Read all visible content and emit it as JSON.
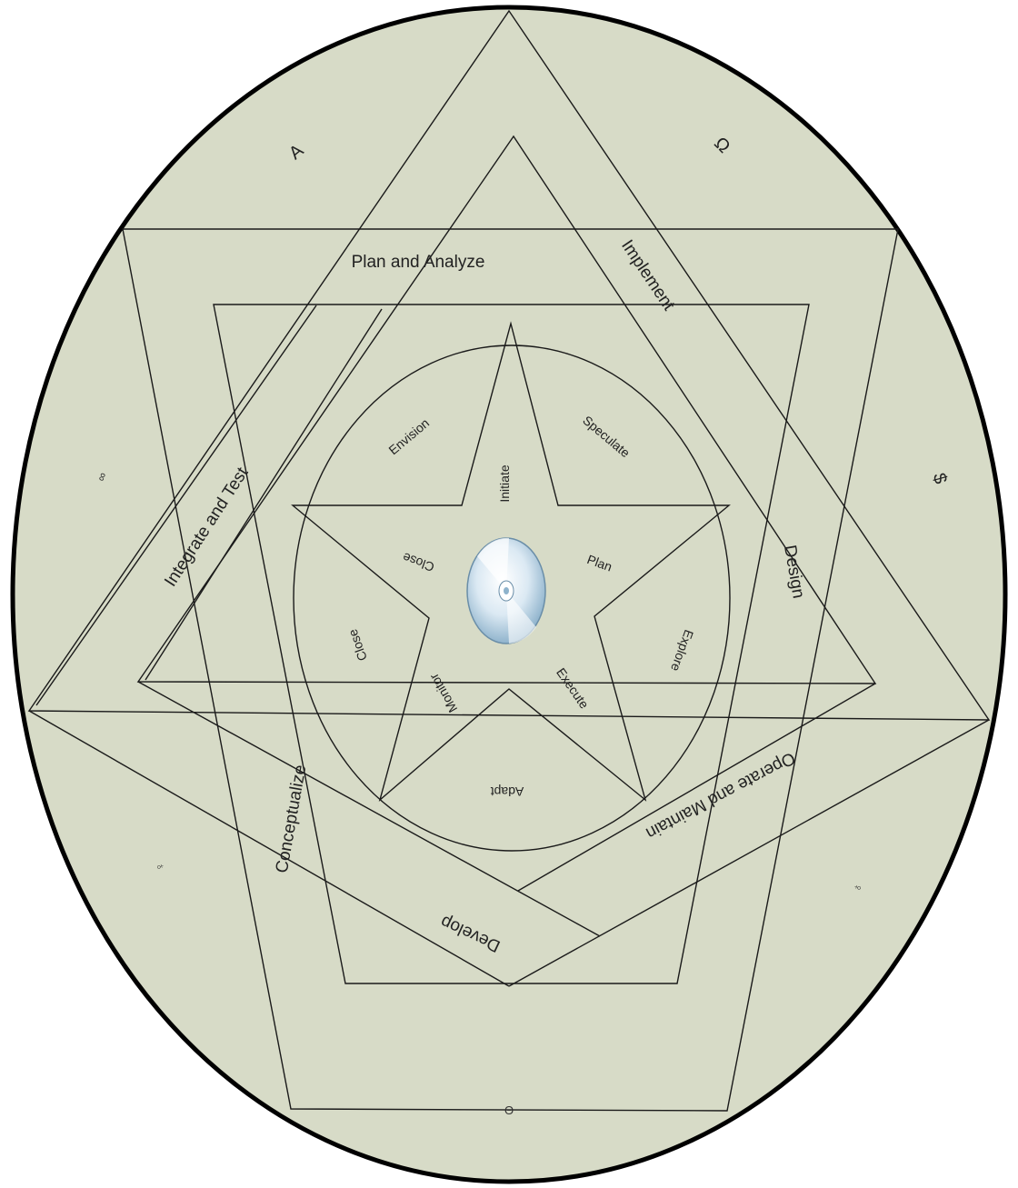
{
  "colors": {
    "background": "#d7dbc7",
    "outline": "#000000",
    "line": "#1a1a1a",
    "disc": "#dbe9f3"
  },
  "outer_bands": {
    "plan_and_analyze": "Plan and Analyze",
    "implement": "Implement",
    "integrate_and_test": "Integrate and Test",
    "design": "Design",
    "conceptualize": "Conceptualize",
    "operate_and_maintain": "Operate and Maintain",
    "develop": "Develop"
  },
  "outer_symbols": {
    "alpha": "A",
    "omega": "Ω",
    "infinity": "∞",
    "dollar": "$",
    "theta": "Θ",
    "left_mark": "♀",
    "right_mark": "♀"
  },
  "circle_phases": {
    "envision": "Envision",
    "speculate": "Speculate",
    "explore": "Explore",
    "adapt": "Adapt",
    "close": "Close"
  },
  "star_phases": {
    "initiate": "Initiate",
    "plan": "Plan",
    "execute": "Execute",
    "monitor": "Monitor",
    "close": "Close"
  },
  "center_icon": "disc-icon"
}
